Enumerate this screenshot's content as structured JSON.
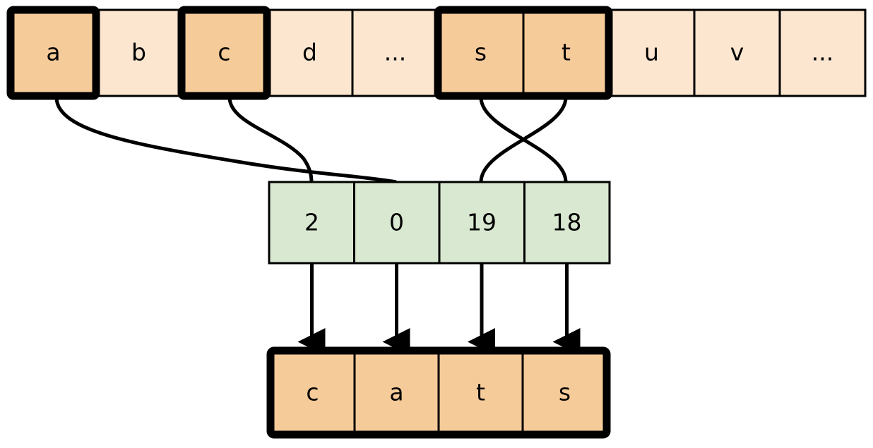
{
  "diagram": {
    "type": "tokenization-index-lookup-diagram",
    "background_color": "#ffffff",
    "colors": {
      "cell_light": "#fce6d0",
      "cell_highlight": "#f6cb9a",
      "cell_green": "#d9e8d0",
      "stroke": "#000000"
    },
    "vocabulary_row": {
      "label": "vocabulary-row",
      "cells": [
        {
          "text": "a",
          "highlighted": true,
          "thick_border": true
        },
        {
          "text": "b",
          "highlighted": false,
          "thick_border": false
        },
        {
          "text": "c",
          "highlighted": true,
          "thick_border": true
        },
        {
          "text": "d",
          "highlighted": false,
          "thick_border": false
        },
        {
          "text": "...",
          "highlighted": false,
          "thick_border": false
        },
        {
          "text": "s",
          "highlighted": true,
          "thick_border": true
        },
        {
          "text": "t",
          "highlighted": true,
          "thick_border": true
        },
        {
          "text": "u",
          "highlighted": false,
          "thick_border": false
        },
        {
          "text": "v",
          "highlighted": false,
          "thick_border": false
        },
        {
          "text": "...",
          "highlighted": false,
          "thick_border": false
        }
      ]
    },
    "index_row": {
      "label": "index-row",
      "cells": [
        {
          "text": "2"
        },
        {
          "text": "0"
        },
        {
          "text": "19"
        },
        {
          "text": "18"
        }
      ]
    },
    "output_row": {
      "label": "output-row",
      "word": "cats",
      "cells": [
        {
          "text": "c"
        },
        {
          "text": "a"
        },
        {
          "text": "t"
        },
        {
          "text": "s"
        }
      ]
    },
    "mappings": [
      {
        "from": "a",
        "to": "0",
        "from_index": 0,
        "to_index": 1
      },
      {
        "from": "c",
        "to": "2",
        "from_index": 2,
        "to_index": 0
      },
      {
        "from": "s",
        "to": "18",
        "from_index": 5,
        "to_index": 3
      },
      {
        "from": "t",
        "to": "19",
        "from_index": 6,
        "to_index": 2
      }
    ],
    "arrows": [
      {
        "from": "2",
        "to": "c"
      },
      {
        "from": "0",
        "to": "a"
      },
      {
        "from": "19",
        "to": "t"
      },
      {
        "from": "18",
        "to": "s"
      }
    ]
  }
}
